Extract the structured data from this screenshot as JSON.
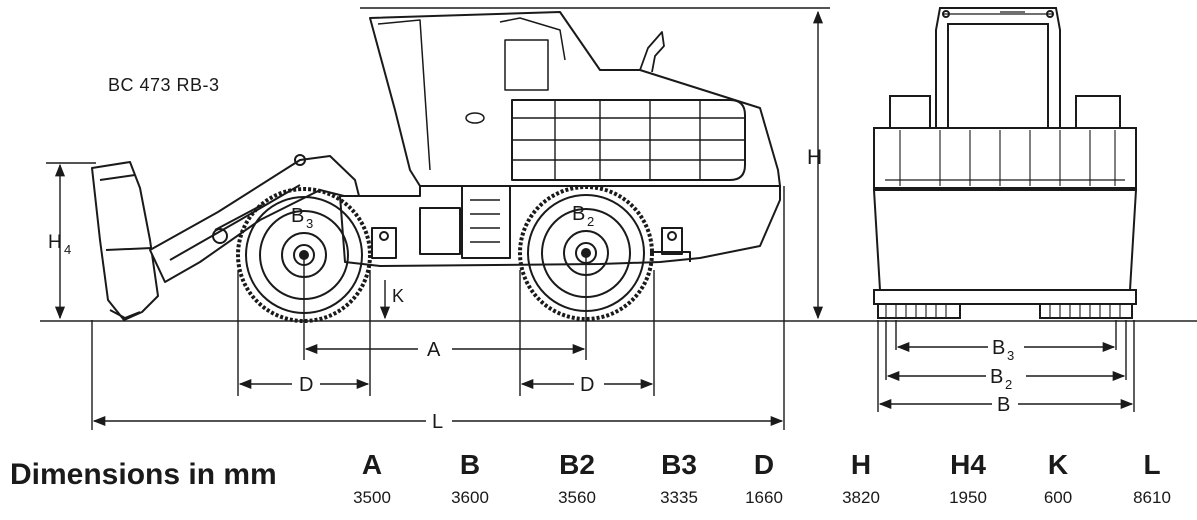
{
  "model": "BC 473 RB-3",
  "labels": {
    "A": "A",
    "B": "B",
    "B2": "B",
    "B3": "B",
    "D": "D",
    "H": "H",
    "H4": "H",
    "K": "K",
    "L": "L",
    "sub2": "2",
    "sub3": "3",
    "sub4": "4"
  },
  "table": {
    "title": "Dimensions in mm",
    "columns": [
      {
        "key": "A",
        "value": "3500"
      },
      {
        "key": "B",
        "value": "3600"
      },
      {
        "key": "B2",
        "value": "3560"
      },
      {
        "key": "B3",
        "value": "3335"
      },
      {
        "key": "D",
        "value": "1660"
      },
      {
        "key": "H",
        "value": "3820"
      },
      {
        "key": "H4",
        "value": "1950"
      },
      {
        "key": "K",
        "value": "600"
      },
      {
        "key": "L",
        "value": "8610"
      }
    ]
  }
}
